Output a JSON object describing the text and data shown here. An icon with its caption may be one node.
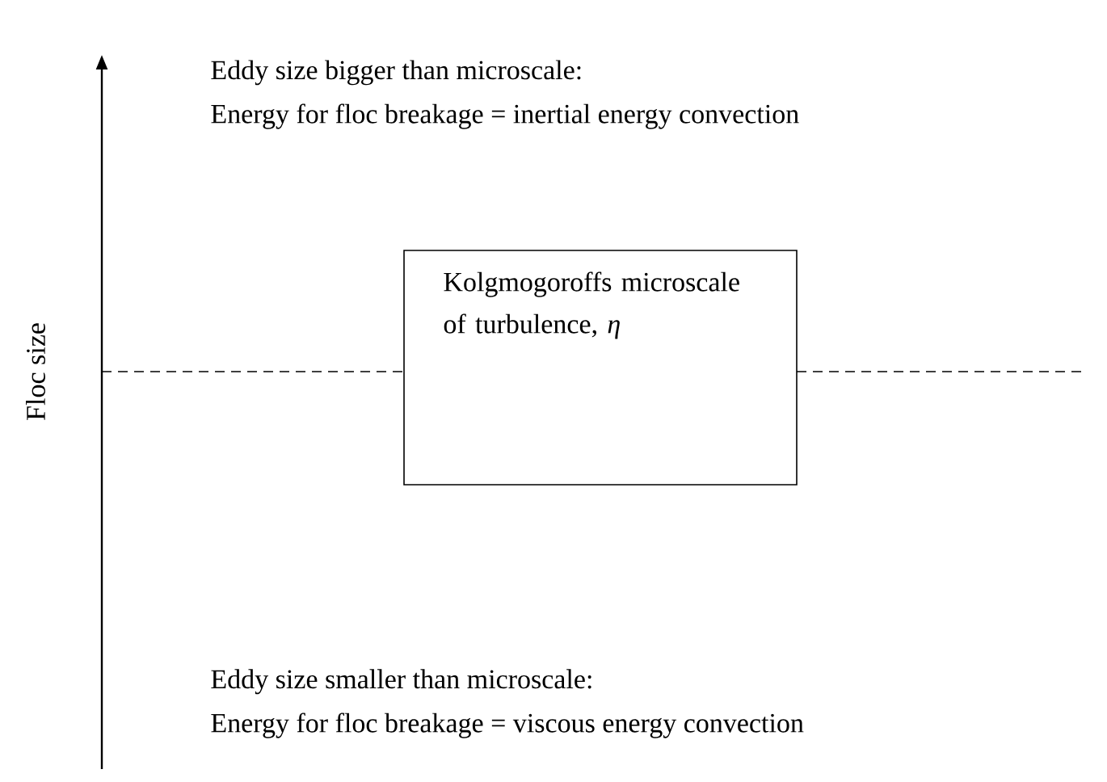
{
  "diagram": {
    "nodes": [
      {
        "text": [
          "Kolgmogoroffs microscale of turbulence, *η*"
        ]
      }
    ],
    "labels": [
      "Floc size",
      "Eddy size bigger than microscale:",
      "Energy for floc breakage = inertial energy convection",
      "Eddy size smaller than microscale:",
      "Energy for floc breakage = viscous energy convection"
    ]
  }
}
